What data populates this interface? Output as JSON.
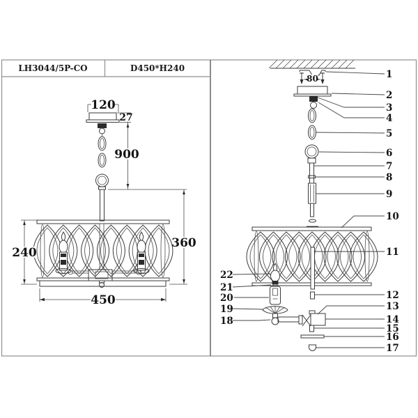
{
  "title_block": {
    "model": "LH3044/5P-CO",
    "size": "D450*H240"
  },
  "dimensions": {
    "canopy_width": "120",
    "canopy_height": "27",
    "chain_drop": "900",
    "shade_height": "240",
    "body_height": "360",
    "shade_diameter": "450",
    "mount_hole_spacing": "80"
  },
  "parts": {
    "right": [
      "1",
      "2",
      "3",
      "4",
      "5",
      "6",
      "7",
      "8",
      "9",
      "10",
      "11",
      "12",
      "13",
      "14",
      "15",
      "16",
      "17"
    ],
    "left": [
      "22",
      "21",
      "20",
      "19",
      "18"
    ]
  },
  "colors": {
    "line": "#3a3a3a",
    "text": "#141414",
    "frame": "#8f8f8f",
    "background": "#ffffff"
  }
}
